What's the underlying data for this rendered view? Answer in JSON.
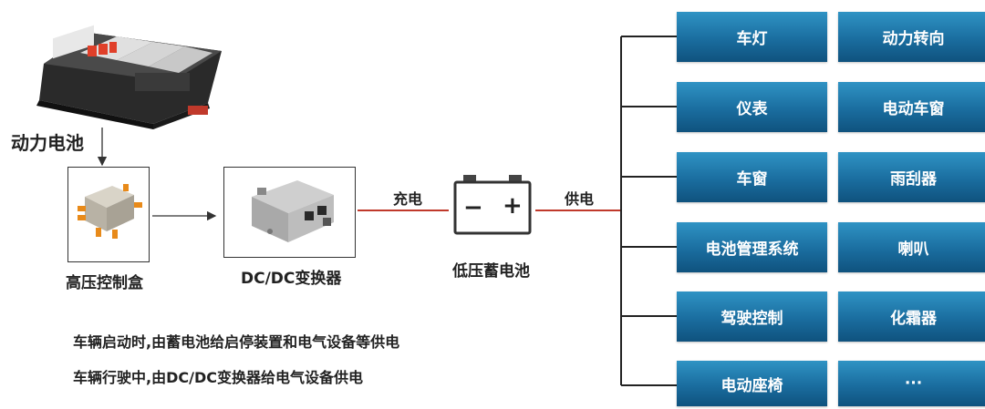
{
  "diagram": {
    "power_battery_label": "动力电池",
    "hv_box_label": "高压控制盒",
    "dcdc_label": "DC/DC变换器",
    "charge_label": "充电",
    "supply_label": "供电",
    "lv_battery_label": "低压蓄电池",
    "battery_minus": "−",
    "battery_plus": "+",
    "notes": [
      "车辆启动时,由蓄电池给启停装置和电气设备等供电",
      "车辆行驶中,由DC/DC变换器给电气设备供电"
    ],
    "loads": [
      [
        "车灯",
        "动力转向"
      ],
      [
        "仪表",
        "电动车窗"
      ],
      [
        "车窗",
        "雨刮器"
      ],
      [
        "电池管理系统",
        "喇叭"
      ],
      [
        "驾驶控制",
        "化霜器"
      ],
      [
        "电动座椅",
        "···"
      ]
    ],
    "colors": {
      "tile_gradient_top": "#2f93c4",
      "tile_gradient_bottom": "#0f527e",
      "charge_line": "#c0392b",
      "connector": "#333333"
    }
  }
}
